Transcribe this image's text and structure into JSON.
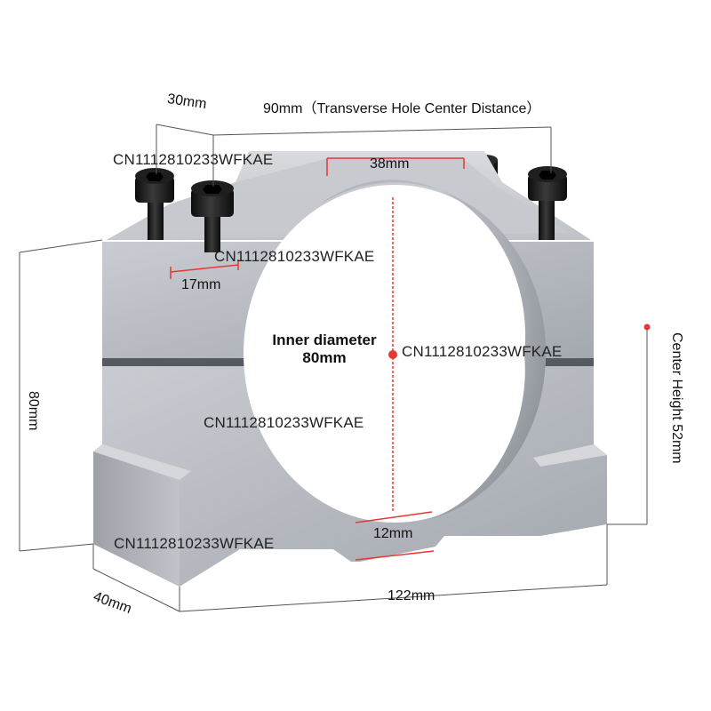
{
  "product": {
    "name": "spindle motor clamp bracket",
    "material_color": "#b9bdc3",
    "accent_color": "#e53935"
  },
  "labels": {
    "width_top": "30mm",
    "hole_distance": "90mm（Transverse Hole Center Distance）",
    "top_width": "38mm",
    "slot_width": "17mm",
    "inner_diameter_line1": "Inner diameter",
    "inner_diameter_line2": "80mm",
    "height": "80mm",
    "center_height": "Center Height 52mm",
    "bottom_gap": "12mm",
    "depth": "40mm",
    "total_width": "122mm"
  },
  "watermarks": [
    "CN1112810233WFKAE",
    "CN1112810233WFKAE",
    "CN1112810233WFKAE",
    "CN1112810233WFKAE",
    "CN1112810233WFKAE"
  ]
}
